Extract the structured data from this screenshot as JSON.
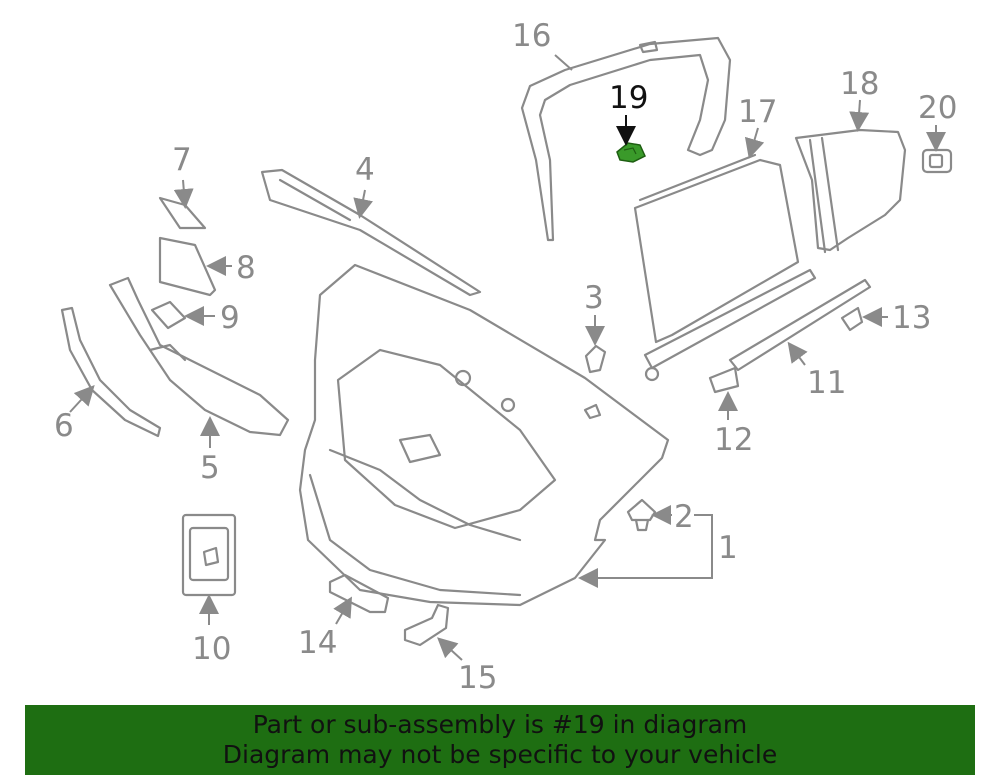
{
  "highlight_color": "#3a9a2a",
  "banner_color": "#1e6e12",
  "callouts": {
    "c1": "1",
    "c2": "2",
    "c3": "3",
    "c4": "4",
    "c5": "5",
    "c6": "6",
    "c7": "7",
    "c8": "8",
    "c9": "9",
    "c10": "10",
    "c11": "11",
    "c12": "12",
    "c13": "13",
    "c14": "14",
    "c15": "15",
    "c16": "16",
    "c17": "17",
    "c18": "18",
    "c19": "19",
    "c20": "20"
  },
  "highlighted_part": "19",
  "banner": {
    "line1": "Part or sub-assembly is #19 in diagram",
    "line2": "Diagram may not be specific to your vehicle"
  }
}
